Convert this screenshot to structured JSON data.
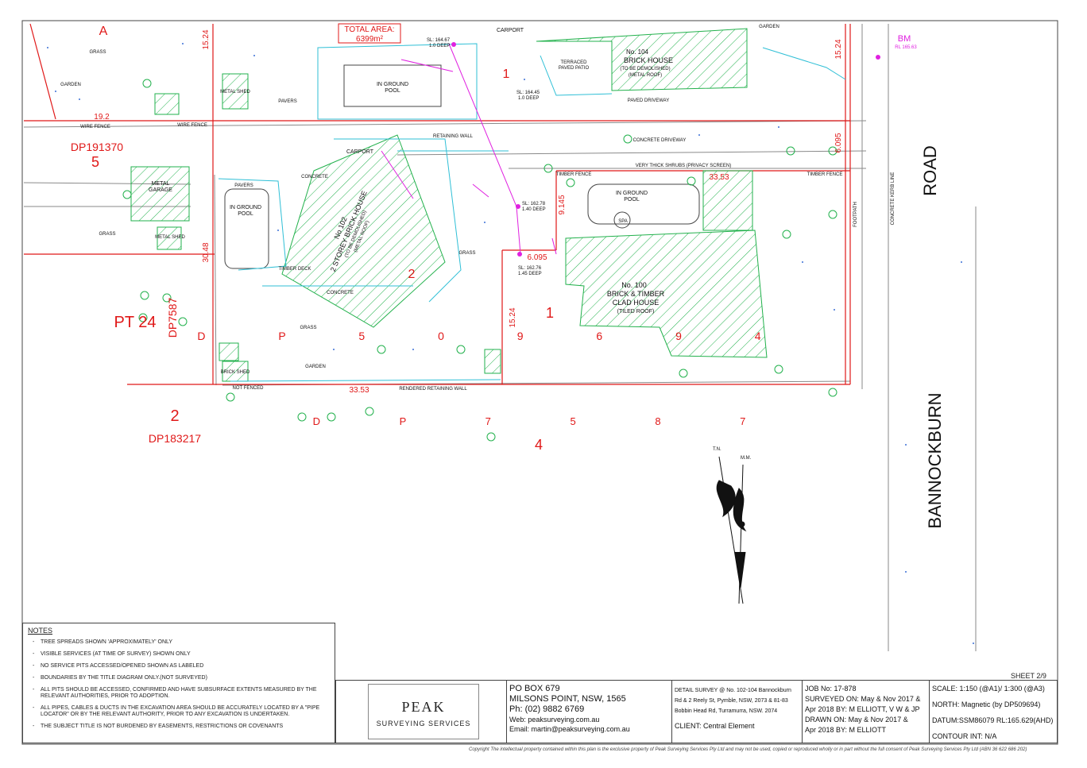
{
  "labels": {
    "total_area_title": "TOTAL AREA:",
    "total_area_value": "6399m²",
    "bm": "BM",
    "bm_rl": "RL 165.63",
    "road_1": "ROAD",
    "road_2": "BANNOCKBURN",
    "lot_a": "A",
    "dp191370": "DP191370",
    "lot_5": "5",
    "pt24": "PT 24",
    "dp7587": "DP7587",
    "lot_2_left": "2",
    "dp183217": "DP183217",
    "dp_bottom": "D P 7 5 8 7",
    "lot_4": "4",
    "dp_main": "D P 5 0 9 6 9 4",
    "lot_1_top": "1",
    "lot_2_mid": "2",
    "lot_1_mid": "1",
    "dim_19_2": "19.2",
    "dim_15_24_a": "15.24",
    "dim_15_24_b": "15.24",
    "dim_15_24_c": "15.24",
    "dim_30_48": "30.48",
    "dim_33_53_a": "33.53",
    "dim_33_53_b": "33.53",
    "dim_6_095_a": "6.095",
    "dim_6_095_b": "6.095",
    "dim_9_145": "9.145",
    "house104_1": "No. 104",
    "house104_2": "BRICK HOUSE",
    "house104_3": "(TO BE DEMOLISHED)",
    "house104_4": "(METAL ROOF)",
    "house102_1": "No 102",
    "house102_2": "2 STOREY BRICK HOUSE",
    "house102_3": "(TO BE DEMOLISHED)",
    "house102_4": "(METAL ROOF)",
    "house100_1": "No. 100",
    "house100_2": "BRICK & TIMBER",
    "house100_3": "CLAD HOUSE",
    "house100_4": "(TILED ROOF)",
    "pool1_1": "IN GROUND",
    "pool1_2": "POOL",
    "pool2_1": "IN GROUND",
    "pool2_2": "POOL",
    "pool3_1": "IN GROUND",
    "pool3_2": "POOL",
    "spa": "SPA",
    "metal_garage_1": "METAL",
    "metal_garage_2": "GARAGE",
    "carport_a": "CARPORT",
    "carport_b": "CARPORT",
    "terraced_1": "TERRACED",
    "terraced_2": "PAVED PATIO",
    "paved_driveway": "PAVED DRIVEWAY",
    "concrete_driveway": "CONCRETE DRIVEWAY",
    "timber_deck": "TIMBER DECK",
    "retaining_wall": "RETAINING WALL",
    "rendered_retaining_wall": "RENDERED RETAINING WALL",
    "timber_fence": "TIMBER FENCE",
    "wire_fence": "WIRE FENCE",
    "not_fenced": "NOT FENCED",
    "very_thick": "VERY THICK SHRUBS (PRIVACY SCREEN)",
    "grass": "GRASS",
    "garden": "GARDEN",
    "pavers": "PAVERS",
    "concrete": "CONCRETE",
    "metal_shed": "METAL SHED",
    "brick_shed": "BRICK SHED",
    "footpath": "FOOTPATH",
    "concrete_kerb": "CONCRETE KERB LINE",
    "sl1": "SL: 164.67",
    "sl1b": "1.0 DEEP",
    "sl2": "SL: 164.45",
    "sl2b": "1.0 DEEP",
    "sl3": "SL: 162.78",
    "sl3b": "1.40 DEEP",
    "sl4": "SL: 162.76",
    "sl4b": "1.45 DEEP",
    "tn": "T.N.",
    "mm": "M.M."
  },
  "notes": {
    "heading": "NOTES",
    "items": [
      "TREE SPREADS SHOWN 'APPROXIMATELY' ONLY",
      "VISIBLE SERVICES (AT TIME OF SURVEY) SHOWN ONLY",
      "NO SERVICE PITS ACCESSED/OPENED SHOWN AS LABELED",
      "BOUNDARIES BY THE TITLE DIAGRAM ONLY.(NOT SURVEYED)",
      "ALL PITS SHOULD BE ACCESSED, CONFIRMED AND HAVE SUBSURFACE EXTENTS MEASURED BY THE RELEVANT AUTHORITIES, PRIOR TO ADOPTION.",
      "ALL PIPES, CABLES & DUCTS IN THE EXCAVATION AREA SHOULD BE ACCURATELY LOCATED BY A \"PIPE LOCATOR\" OR BY THE RELEVANT AUTHORITY, PRIOR TO ANY EXCAVATION IS UNDERTAKEN.",
      "THE SUBJECT TITLE IS NOT BURDENED BY EASEMENTS, RESTRICTIONS OR COVENANTS"
    ]
  },
  "title_block": {
    "logo": "PEAK",
    "logo_sub": "SURVEYING SERVICES",
    "po_box": "PO BOX 679",
    "suburb": "MILSONS POINT, NSW, 1565",
    "phone": "Ph: (02) 9882 6769",
    "web": "Web: peaksurveying.com.au",
    "email": "Email: martin@peaksurveying.com.au",
    "detail_1": "DETAIL SURVEY @ No. 102-104 Bannockburn",
    "detail_2": "Rd & 2 Reely St, Pymble, NSW, 2073 & 81-83",
    "detail_3": "Bobbin Head Rd, Turramurra, NSW. 2074",
    "client": "CLIENT: Central Element",
    "job": "JOB No: 17-878",
    "surveyed_1": "SURVEYED ON: May & Nov 2017 &",
    "surveyed_2": "Apr 2018 BY: M ELLIOTT, V W & JP",
    "drawn_1": "DRAWN ON: May & Nov 2017 &",
    "drawn_2": "Apr 2018 BY: M ELLIOTT",
    "scale": "SCALE: 1:150 (@A1)/ 1:300 (@A3)",
    "north": "NORTH: Magnetic (by DP509694)",
    "datum": "DATUM:SSM86079 RL:165.629(AHD)",
    "contour": "CONTOUR INT: N/A",
    "sheet": "SHEET 2/9"
  },
  "copyright": "Copyright The intellectual property contained within this plan is the exclusive property of Peak Surveying Services Pty Ltd and may not be used, copied or reproduced wholly or in part without the full consent of Peak Surveying Services Pty Ltd (ABN 36 622 686 202)",
  "colors": {
    "boundary": "#e01818",
    "vegetation": "#22b14c",
    "fence": "#222222",
    "water": "#2fbfd6",
    "levels": "#3b6fd6",
    "sewer": "#e020e0"
  }
}
